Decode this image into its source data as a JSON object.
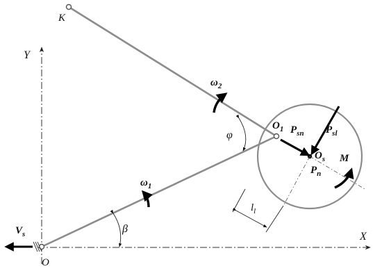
{
  "labels": {
    "x_axis": "X",
    "y_axis": "Y",
    "origin": "O",
    "point_k": "K",
    "point_o1": "O",
    "point_o1_sub": "1",
    "point_os": "O",
    "point_os_sub": "s",
    "omega1": "ω",
    "omega1_sub": "1",
    "omega2": "ω",
    "omega2_sub": "2",
    "beta": "β",
    "phi": "φ",
    "velocity": "V",
    "velocity_sub": "s",
    "force_psn": "P",
    "force_psn_sub": "sn",
    "force_psl": "P",
    "force_psl_sub": "sl",
    "force_pn": "P",
    "force_pn_sub": "n",
    "moment": "M",
    "length": "l",
    "length_sub": "l"
  }
}
